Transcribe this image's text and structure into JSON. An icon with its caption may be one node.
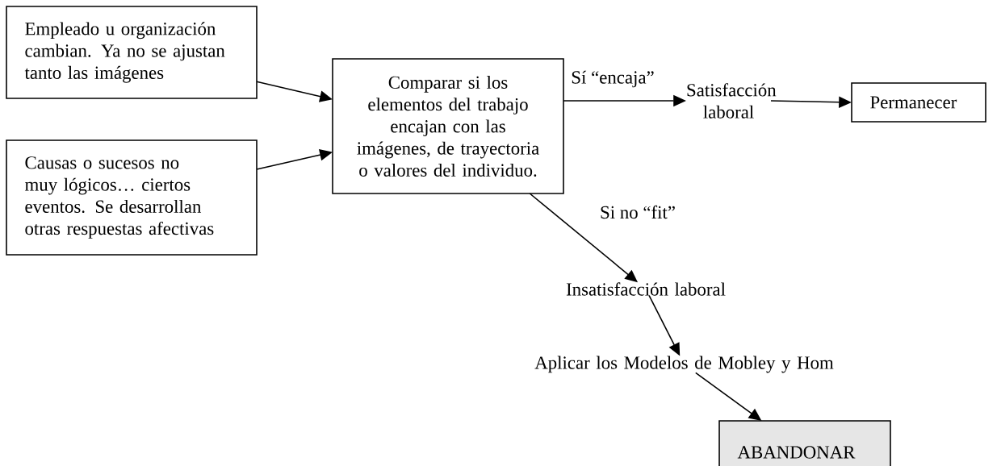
{
  "diagram": {
    "nodes": [
      {
        "text": [
          "Empleado u organización cambian. Ya no se ajustan tanto las imágenes"
        ]
      },
      {
        "text": [
          "Causas o sucesos no muy lógicos… ciertos eventos. Se desarrollan otras respuestas afectivas"
        ]
      },
      {
        "text": [
          "Comparar si los elementos del trabajo encajan con las imágenes, de trayectoria o valores del individuo."
        ]
      },
      {
        "text": [
          "Satisfacción laboral"
        ]
      },
      {
        "text": [
          "Permanecer"
        ]
      },
      {
        "text": [
          "Insatisfacción laboral"
        ]
      },
      {
        "text": [
          "Aplicar los Modelos de Mobley y Hom"
        ]
      },
      {
        "text": [
          "ABANDONAR"
        ]
      }
    ],
    "edges": [
      {
        "from": 0,
        "to": 2,
        "arrow": "to"
      },
      {
        "from": 1,
        "to": 2,
        "arrow": "to"
      },
      {
        "from": 2,
        "to": 3,
        "arrow": "to",
        "label": "Sí “encaja”"
      },
      {
        "from": 3,
        "to": 4,
        "arrow": "to"
      },
      {
        "from": 2,
        "to": 5,
        "arrow": "to",
        "label": "Si no “fit”"
      },
      {
        "from": 5,
        "to": 6,
        "arrow": "to"
      },
      {
        "from": 6,
        "to": 7,
        "arrow": "to"
      }
    ]
  }
}
